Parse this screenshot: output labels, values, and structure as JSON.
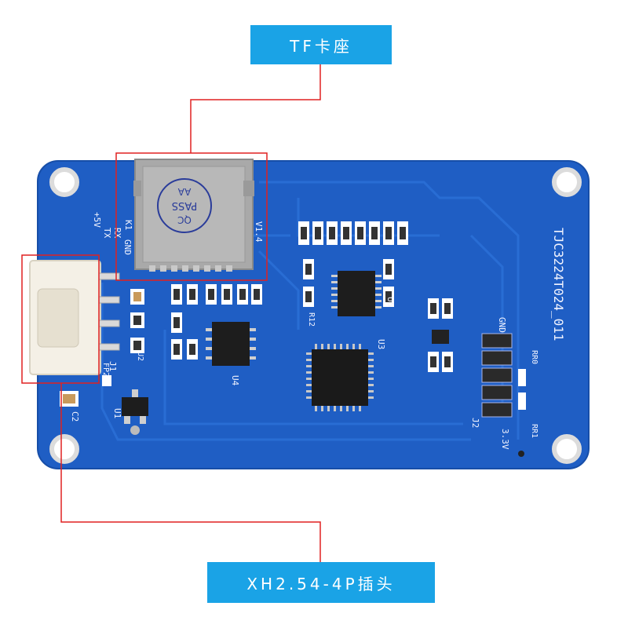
{
  "callouts": {
    "tf_slot": "TF卡座",
    "connector": "XH2.54-4P插头"
  },
  "board": {
    "model": "TJC3224T024_011",
    "card_version": "V1.4",
    "card_stamp_top": "QC",
    "card_stamp_mid": "PASS",
    "card_stamp_bottom": "AA",
    "card_ref": "K1",
    "pins": [
      "+5V",
      "TX",
      "RX",
      "GND"
    ],
    "conn_ref": "J1",
    "u1": "U1",
    "u2": "U2",
    "u3": "U3",
    "u4": "U4",
    "u5": "U5",
    "c2": "C2",
    "fp2": "FP2",
    "r12": "R12",
    "j2": "J2",
    "gnd": "GND",
    "v33": "3.3V",
    "rr": "RR1",
    "rr0": "RR0"
  },
  "colors": {
    "callout_blue": "#1aa3e6",
    "pcb_blue": "#1f5ec4",
    "leader_red": "#e02020"
  }
}
